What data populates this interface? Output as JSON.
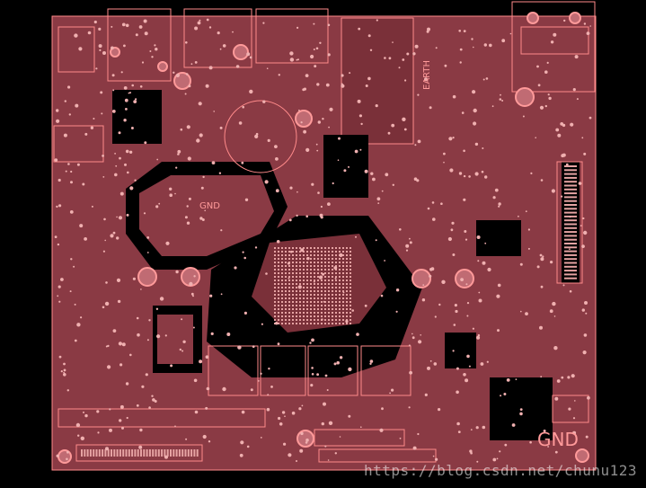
{
  "board": {
    "labels": {
      "earth": "EARTH",
      "gnd_center": "GND",
      "gnd_corner": "GND"
    },
    "watermark": "https://blog.csdn.net/chunu123",
    "colors": {
      "background": "#000000",
      "copper": "#8a3a44",
      "silkscreen": "#ff8a8a",
      "pads": "#e6a3a3"
    }
  }
}
